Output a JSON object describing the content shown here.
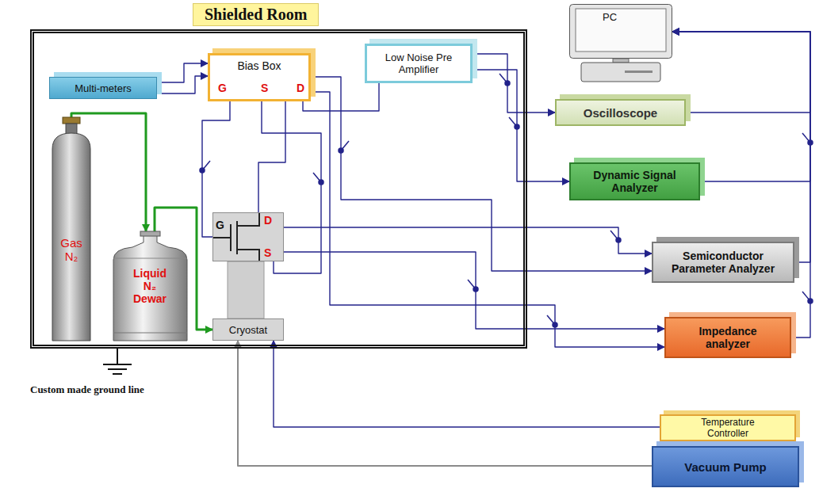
{
  "diagram": {
    "nodes": [
      {
        "text": [
          "Shielded Room"
        ]
      },
      {
        "text": [
          "Multi-meters"
        ],
        "in": 0
      },
      {
        "text": [
          "Bias Box",
          "G",
          "S",
          "D"
        ],
        "in": 0
      },
      {
        "text": [
          "Low Noise Pre Amplifier"
        ],
        "in": 0
      },
      {
        "text": [
          "Gas N₂"
        ],
        "in": 0
      },
      {
        "text": [
          "Liquid N₂ Dewar"
        ],
        "in": 0
      },
      {
        "text": [
          "G",
          "D",
          "S"
        ],
        "in": 0
      },
      {
        "text": [
          "Cryostat"
        ],
        "in": 0
      },
      {
        "text": [
          "PC"
        ]
      },
      {
        "text": [
          "Oscilloscope"
        ]
      },
      {
        "text": [
          "Dynamic Signal Analyzer"
        ]
      },
      {
        "text": [
          "Semiconductor Parameter Analyzer"
        ]
      },
      {
        "text": [
          "Impedance analyzer"
        ]
      },
      {
        "text": [
          "Temperature Controller"
        ]
      },
      {
        "text": [
          "Vacuum Pump"
        ]
      }
    ],
    "edges": [
      {
        "from": 4,
        "to": 5,
        "arrow": "to"
      },
      {
        "from": 5,
        "to": 7,
        "arrow": "to"
      },
      {
        "from": 1,
        "to": 2,
        "arrow": "to"
      },
      {
        "from": 1,
        "to": 2,
        "arrow": "to"
      },
      {
        "from": 2,
        "to": 3,
        "arrow": "none"
      },
      {
        "from": 2,
        "to": 6,
        "arrow": "none"
      },
      {
        "from": 2,
        "to": 6,
        "arrow": "none"
      },
      {
        "from": 2,
        "to": 6,
        "arrow": "none"
      },
      {
        "from": 3,
        "to": 9,
        "arrow": "to"
      },
      {
        "from": 3,
        "to": 10,
        "arrow": "to"
      },
      {
        "from": 9,
        "to": 8,
        "arrow": "to"
      },
      {
        "from": 10,
        "to": 8,
        "arrow": "to"
      },
      {
        "from": 11,
        "to": 8,
        "arrow": "to"
      },
      {
        "from": 12,
        "to": 8,
        "arrow": "to"
      },
      {
        "from": 6,
        "to": 11,
        "arrow": "to"
      },
      {
        "from": 6,
        "to": 12,
        "arrow": "to"
      },
      {
        "from": 2,
        "to": 11,
        "arrow": "to"
      },
      {
        "from": 2,
        "to": 12,
        "arrow": "to"
      },
      {
        "from": 13,
        "to": 7,
        "arrow": "to"
      },
      {
        "from": 14,
        "to": 7,
        "arrow": "to"
      }
    ],
    "labels": [
      "Custom made ground line"
    ]
  }
}
